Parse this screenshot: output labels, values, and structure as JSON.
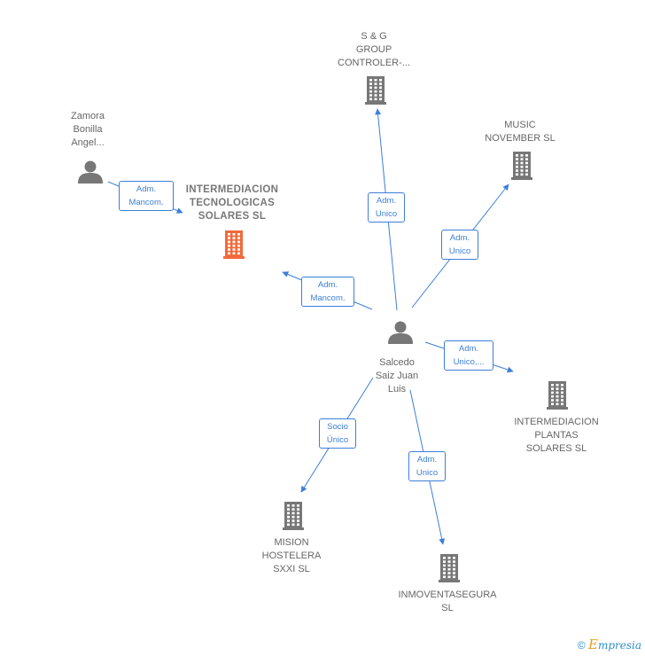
{
  "nodes": [
    {
      "id": "center",
      "type": "person",
      "label_lines": [
        "Salcedo",
        "Saiz Juan",
        "Luis"
      ]
    },
    {
      "id": "zamora",
      "type": "person",
      "label_lines": [
        "Zamora",
        "Bonilla",
        "Angel..."
      ]
    },
    {
      "id": "intermediacion_tecnologicas",
      "type": "company",
      "highlight": true,
      "label_lines": [
        "INTERMEDIACION",
        "TECNOLOGICAS",
        "SOLARES  SL"
      ]
    },
    {
      "id": "sg_group",
      "type": "company",
      "label_lines": [
        "S & G",
        "GROUP",
        "CONTROLER-..."
      ]
    },
    {
      "id": "music_november",
      "type": "company",
      "label_lines": [
        "MUSIC",
        "NOVEMBER SL"
      ]
    },
    {
      "id": "intermediacion_plantas",
      "type": "company",
      "label_lines": [
        "INTERMEDIACION",
        "PLANTAS",
        "SOLARES  SL"
      ]
    },
    {
      "id": "inmoventasegura",
      "type": "company",
      "label_lines": [
        "INMOVENTASEGURA",
        "SL"
      ]
    },
    {
      "id": "mision_hostelera",
      "type": "company",
      "label_lines": [
        "MISION",
        "HOSTELERA",
        "SXXI  SL"
      ]
    }
  ],
  "edges": [
    {
      "from": "zamora",
      "to": "intermediacion_tecnologicas",
      "label_lines": [
        "Adm.",
        "Mancom."
      ]
    },
    {
      "from": "center",
      "to": "intermediacion_tecnologicas",
      "label_lines": [
        "Adm.",
        "Mancom."
      ]
    },
    {
      "from": "center",
      "to": "sg_group",
      "label_lines": [
        "Adm.",
        "Unico"
      ]
    },
    {
      "from": "center",
      "to": "music_november",
      "label_lines": [
        "Adm.",
        "Unico"
      ]
    },
    {
      "from": "center",
      "to": "intermediacion_plantas",
      "label_lines": [
        "Adm.",
        "Unico,..."
      ]
    },
    {
      "from": "center",
      "to": "inmoventasegura",
      "label_lines": [
        "Adm.",
        "Unico"
      ]
    },
    {
      "from": "center",
      "to": "mision_hostelera",
      "label_lines": [
        "Socio",
        "Único"
      ]
    }
  ],
  "colors": {
    "edge": "#3d7fd8",
    "node_icon": "#777777",
    "highlight_icon": "#f26a3a",
    "label_text": "#666666"
  },
  "footer": {
    "copyright_symbol": "©",
    "brand_first": "E",
    "brand_rest": "mpresia"
  }
}
